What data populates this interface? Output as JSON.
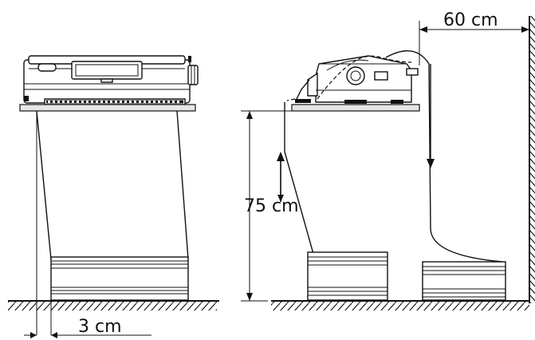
{
  "dimensions": {
    "side_clearance": "3 cm",
    "wall_clearance": "60 cm",
    "table_height": "75 cm"
  }
}
